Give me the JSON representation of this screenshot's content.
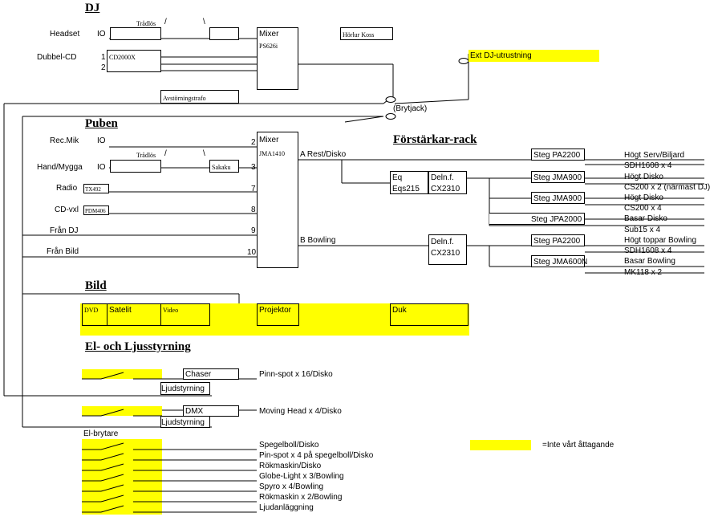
{
  "headings": {
    "dj": "DJ",
    "puben": "Puben",
    "forstarkar": "Förstärkar-rack",
    "bild": "Bild",
    "el": "El- och Ljusstyrning"
  },
  "dj": {
    "headset": "Headset",
    "io": "IO",
    "tradlos": "Trådlös",
    "slash1": "/",
    "slash2": "\\",
    "dubbel_cd": "Dubbel-CD",
    "ch1": "1",
    "ch2": "2",
    "cd_model": "CD2000X",
    "mixer": "Mixer",
    "mixer_model": "PS626i",
    "horlur": "Hörlur Koss",
    "avstorning": "Avstörningstrafo",
    "ext": "Ext DJ-utrustning",
    "brytjack": "(Brytjack)"
  },
  "puben": {
    "recmik": "Rec.Mik",
    "io": "IO",
    "handmygga": "Hand/Mygga",
    "io2": "IO",
    "tradlos": "Trådlös",
    "slash1": "/",
    "slash2": "\\",
    "sakaku": "Sakaku",
    "radio": "Radio",
    "radio_model": "TX492",
    "cdvxl": "CD-vxl",
    "cd_model": "PDM406",
    "fran_dj": "Från DJ",
    "fran_bild": "Från Bild",
    "ch2": "2",
    "ch3": "3",
    "ch7": "7",
    "ch8": "8",
    "ch9": "9",
    "ch10": "10",
    "mixer": "Mixer",
    "mixer_model": "JMA1410",
    "a_rest": "A Rest/Disko",
    "b_bowling": "B Bowling"
  },
  "rack": {
    "eq": "Eq",
    "eq_model": "Eqs215",
    "deln1": "Deln.f.",
    "deln1_model": "CX2310",
    "deln2": "Deln.f.",
    "deln2_model": "CX2310",
    "amps": [
      "Steg PA2200",
      "Steg JMA900",
      "Steg JMA900",
      "Steg JPA2000",
      "Steg PA2200",
      "Steg JMA600N"
    ],
    "outputs": [
      "Högt Serv/Biljard",
      "SDH1608 x 4",
      "Högt Disko",
      "CS200 x 2 (närmast DJ)",
      "Högt Disko",
      "CS200 x 4",
      "Basar Disko",
      "Sub15 x 4",
      "Högt toppar Bowling",
      "SDH1608 x 4",
      "Basar Bowling",
      "MK118 x 2"
    ]
  },
  "bild": {
    "dvd": "DVD",
    "satelit": "Satelit",
    "video": "Video",
    "projektor": "Projektor",
    "duk": "Duk"
  },
  "el": {
    "chaser": "Chaser",
    "pinnspot": "Pinn-spot x 16/Disko",
    "ljudstyrning1": "Ljudstyrning",
    "dmx": "DMX",
    "moving": "Moving Head x 4/Disko",
    "ljudstyrning2": "Ljudstyrning",
    "el_brytare": "El-brytare",
    "items": [
      "Spegelboll/Disko",
      "Pin-spot x 4 på spegelboll/Disko",
      "Rökmaskin/Disko",
      "Globe-Light x 3/Bowling",
      "Spyro x 4/Bowling",
      "Rökmaskin x 2/Bowling",
      "Ljudanläggning"
    ]
  },
  "legend": {
    "text": "=Inte vårt åttagande",
    "color": "#ffff00"
  }
}
